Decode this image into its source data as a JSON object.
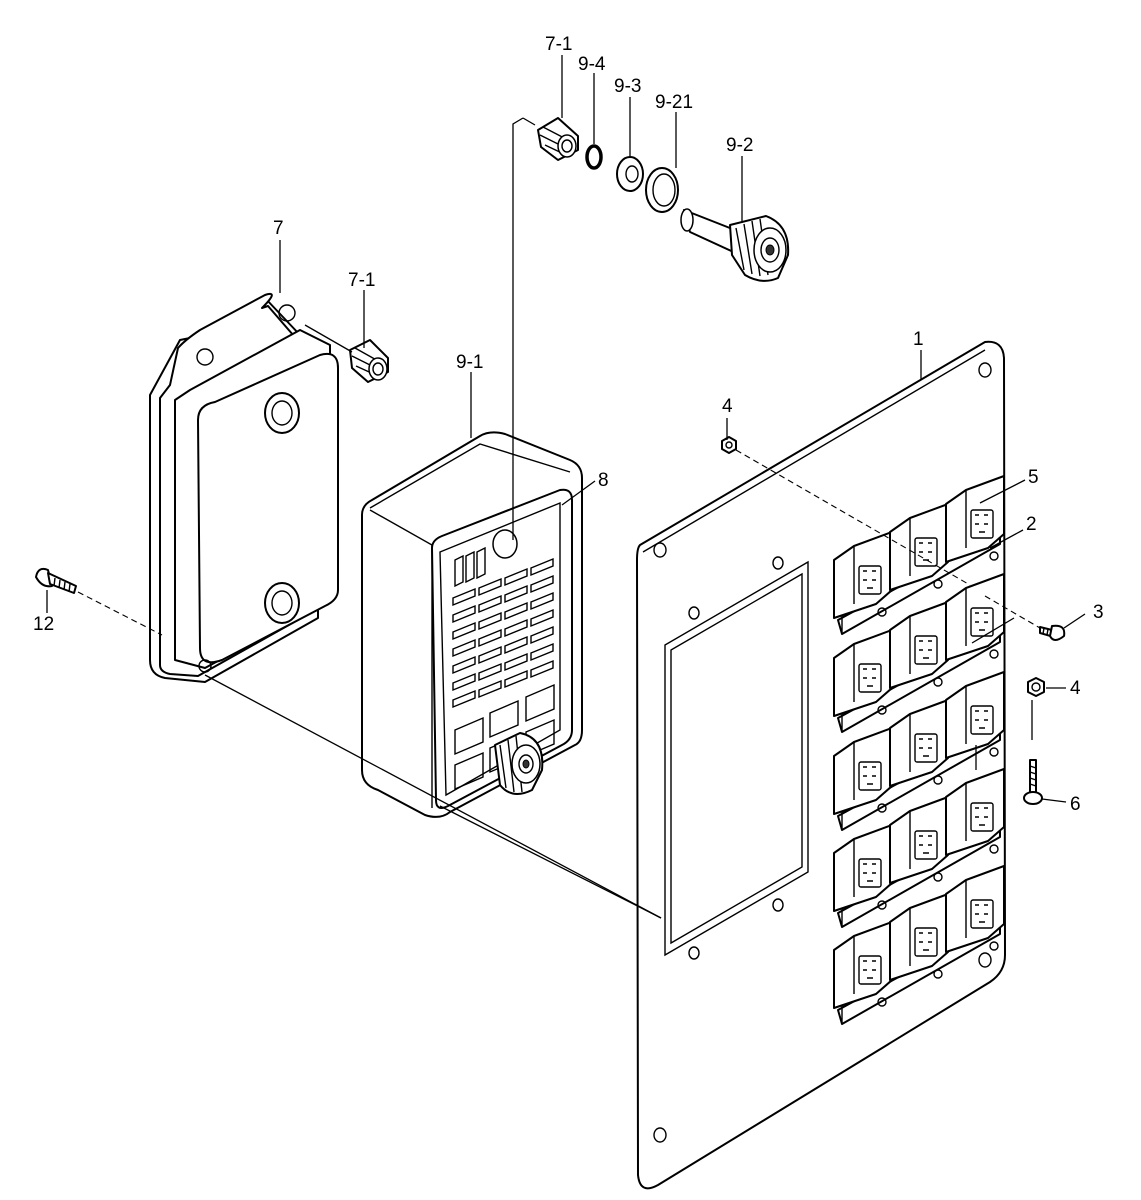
{
  "callouts": {
    "c1": "1",
    "c2": "2",
    "c3": "3",
    "c4a": "4",
    "c4b": "4",
    "c5": "5",
    "c6": "6",
    "c7": "7",
    "c7_1a": "7-1",
    "c7_1b": "7-1",
    "c8": "8",
    "c9_1": "9-1",
    "c9_2": "9-2",
    "c9_3": "9-3",
    "c9_4": "9-4",
    "c9_21": "9-21",
    "c12": "12"
  },
  "colors": {
    "line": "#000000",
    "background": "#ffffff"
  }
}
